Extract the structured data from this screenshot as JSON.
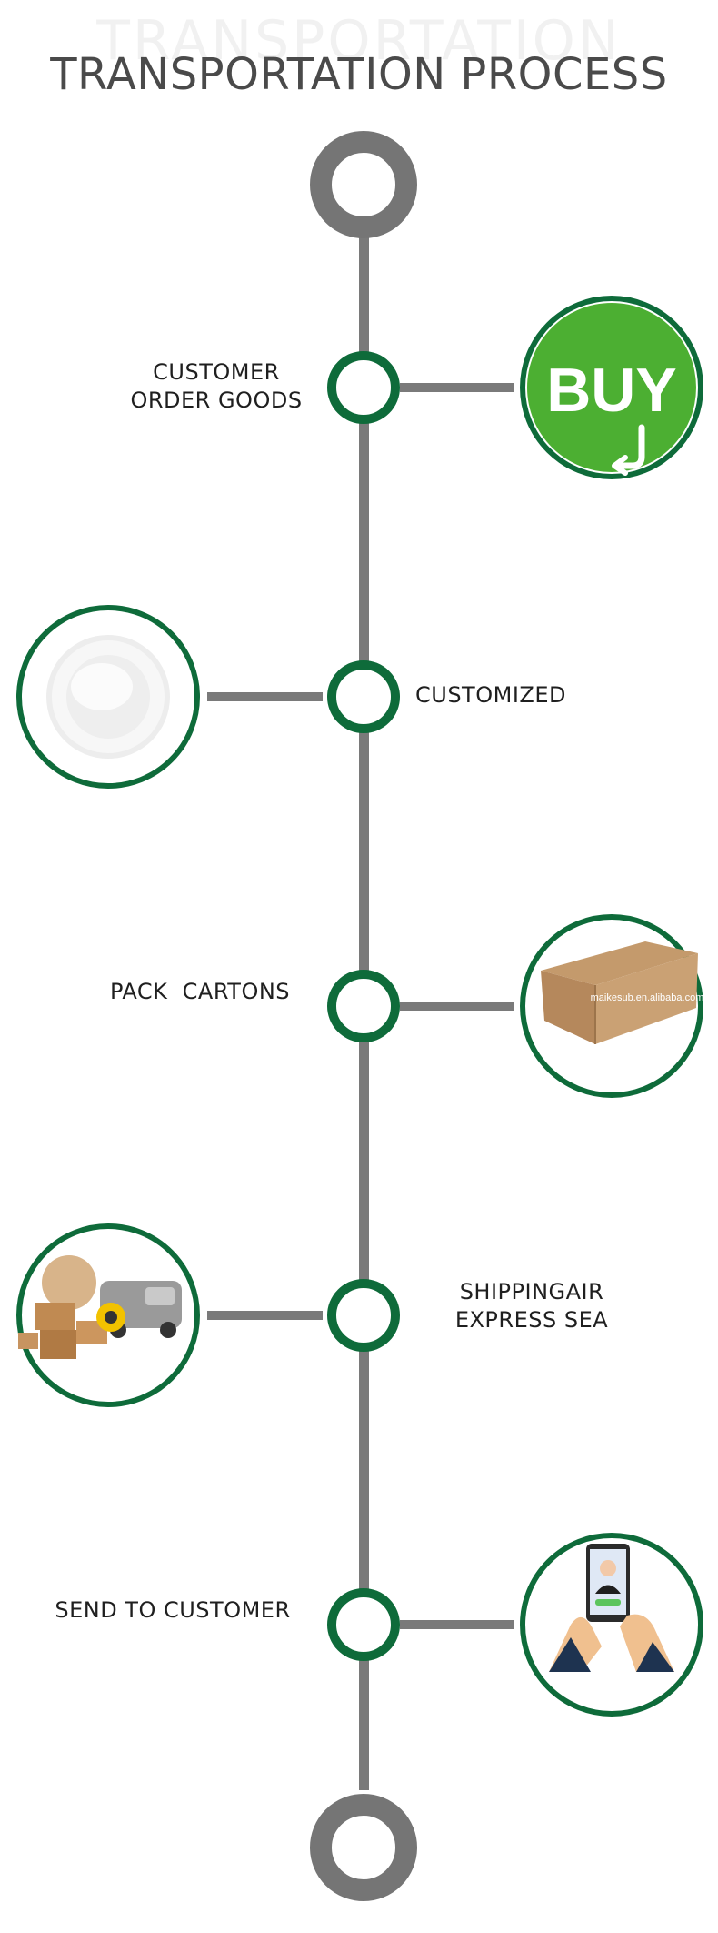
{
  "header": {
    "title_shadow": "TRANSPORTATION",
    "title": "TRANSPORTATION PROCESS"
  },
  "steps": [
    {
      "lines": [
        "CUSTOMER",
        "ORDER GOODS"
      ],
      "image": "buy-icon",
      "image_text": "BUY"
    },
    {
      "lines": [
        "CUSTOMIZED"
      ],
      "image": "plate-image"
    },
    {
      "lines": [
        "PACK  CARTONS"
      ],
      "image": "carton-image",
      "image_text": "maikesub.en.alibaba.com"
    },
    {
      "lines": [
        "SHIPPINGAIR",
        "EXPRESS SEA"
      ],
      "image": "delivery-van-image"
    },
    {
      "lines": [
        "SEND TO CUSTOMER"
      ],
      "image": "phone-hands-image"
    }
  ],
  "colors": {
    "line": "#7a7a7a",
    "ring_green": "#0e6b3a",
    "end_ring": "#757575",
    "buy_green": "#4caf32"
  }
}
